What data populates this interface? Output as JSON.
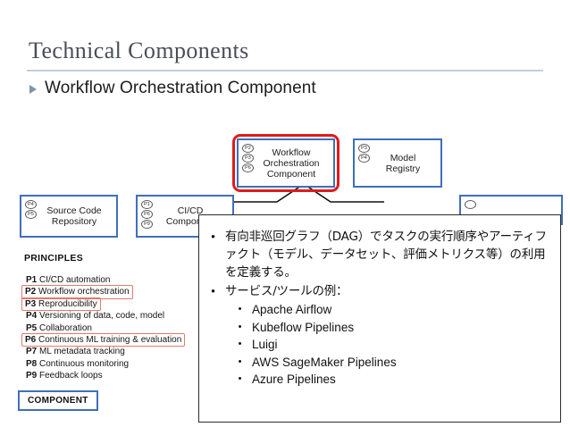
{
  "slide": {
    "title": "Technical Components",
    "bullet": "Workflow Orchestration Component",
    "bullet_marker": "triangle-right"
  },
  "figure": {
    "legend_label": "COMPONENT",
    "highlight_color": "#e01b1b",
    "box_border_color": "#3f6fba",
    "boxes": [
      {
        "name": "workflow-orchestration-component",
        "title": "Workflow\nOrchestration\nComponent",
        "badges": [
          "P2",
          "P3",
          "P6"
        ],
        "highlighted": true
      },
      {
        "name": "model-registry",
        "title": "Model\nRegistry",
        "badges": [
          "P3",
          "P4"
        ],
        "highlighted": false
      },
      {
        "name": "source-code-repository",
        "title": "Source Code\nRepository",
        "badges": [
          "P4",
          "P5"
        ],
        "highlighted": false
      },
      {
        "name": "cicd-component",
        "title": "CI/CD\nComponent",
        "badges": [
          "P1",
          "P6",
          "P9"
        ],
        "highlighted": false
      }
    ],
    "principles_heading": "PRINCIPLES",
    "principles": [
      {
        "id": "P1",
        "text": "CI/CD automation",
        "highlighted": false
      },
      {
        "id": "P2",
        "text": "Workflow orchestration",
        "highlighted": true
      },
      {
        "id": "P3",
        "text": "Reproducibility",
        "highlighted": true
      },
      {
        "id": "P4",
        "text": "Versioning of data, code, model",
        "highlighted": false
      },
      {
        "id": "P5",
        "text": "Collaboration",
        "highlighted": false
      },
      {
        "id": "P6",
        "text": "Continuous ML training & evaluation",
        "highlighted": true
      },
      {
        "id": "P7",
        "text": "ML metadata tracking",
        "highlighted": false
      },
      {
        "id": "P8",
        "text": "Continuous monitoring",
        "highlighted": false
      },
      {
        "id": "P9",
        "text": "Feedback loops",
        "highlighted": false
      }
    ]
  },
  "overlay": {
    "bullet_char": "•",
    "items": [
      "有向非巡回グラフ（DAG）でタスクの実行順序やアーティファクト（モデル、データセット、評価メトリクス等）の利用を定義する。",
      "サービス/ツールの例："
    ],
    "tools": [
      "Apache Airflow",
      "Kubeflow Pipelines",
      "Luigi",
      "AWS SageMaker Pipelines",
      "Azure Pipelines"
    ]
  }
}
